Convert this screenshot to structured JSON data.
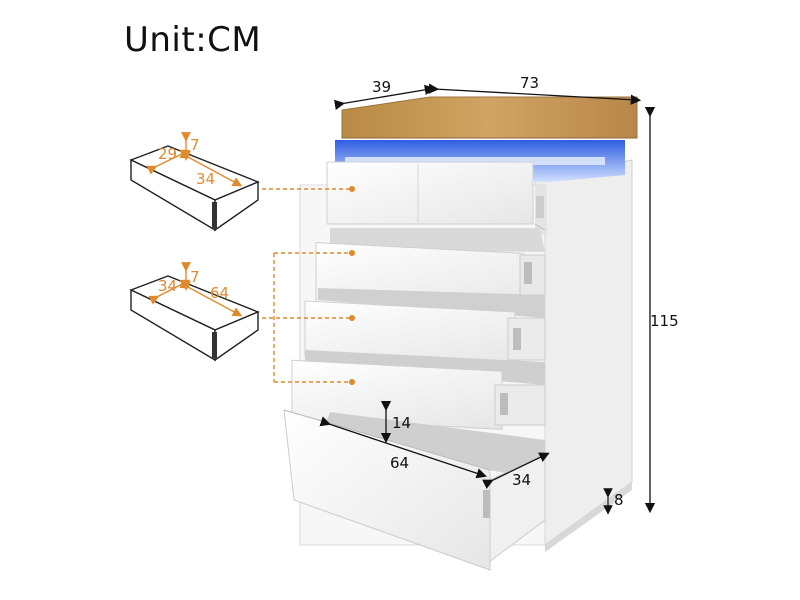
{
  "unit_label": "Unit:CM",
  "dimensions": {
    "top_depth": "39",
    "top_width": "73",
    "height": "115",
    "leg_height": "8",
    "bottom_drawer_inner_height": "14",
    "bottom_drawer_inner_width": "64",
    "bottom_drawer_inner_depth": "34"
  },
  "small_drawer": {
    "depth": "29",
    "height": "7",
    "width": "34"
  },
  "large_drawer": {
    "depth": "34",
    "height": "7",
    "width": "64"
  },
  "colors": {
    "accent_orange": "#e08a2c",
    "wood": "#c69a55",
    "led_blue": "#5a8cf0",
    "cabinet_white": "#f4f4f4"
  }
}
